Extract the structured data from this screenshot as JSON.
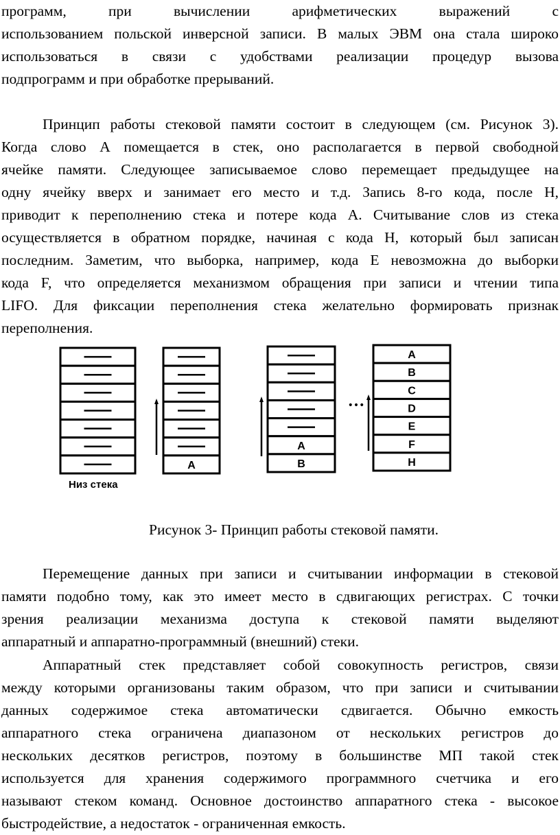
{
  "paragraphs": [
    {
      "lines": [
        "программ, при вычислении арифметических выражений с",
        "использованием польской инверсной записи. В малых ЭВМ она стала широко",
        "использоваться в связи с удобствами реализации процедур вызова",
        "подпрограмм и при обработке прерываний."
      ]
    },
    {
      "lines": [
        "Принцип работы стековой памяти состоит в следующем (см. Рисунок 3).",
        "Когда слово А помещается в стек, оно располагается в первой свободной",
        "ячейке памяти. Следующее записываемое слово перемещает предыдущее на",
        "одну ячейку вверх и занимает его место и т.д. Запись 8-го кода, после Н,",
        "приводит к переполнению стека и потере кода А. Считывание слов из стека",
        "осуществляется в обратном порядке, начиная с кода Н, который был записан",
        "последним. Заметим, что выборка, например, кода Е невозможна до выборки",
        "кода F, что определяется механизмом обращения при записи и чтении типа",
        "LIFO. Для фиксации переполнения стека желательно формировать признак",
        "переполнения."
      ]
    },
    {
      "lines": [
        "Перемещение данных при записи и считывании информации в стековой",
        "памяти подобно тому, как это имеет место в сдвигающих регистрах. С точки",
        "зрения реализации механизма доступа к стековой памяти выделяют",
        "аппаратный и аппаратно-программный (внешний) стеки."
      ]
    },
    {
      "lines": [
        "Аппаратный стек представляет собой совокупность регистров, связи",
        "между которыми организованы таким образом, что при записи и считывании",
        "данных содержимое стека автоматически сдвигается. Обычно емкость",
        "аппаратного стека ограничена диапазоном от нескольких регистров до",
        "нескольких десятков регистров, поэтому в большинстве МП такой стек",
        "используется для хранения содержимого программного счетчика и его",
        "называют стеком команд. Основное достоинство аппаратного стека - высокое",
        "быстродействие, а недостаток - ограниченная емкость."
      ]
    }
  ],
  "figure": {
    "stacks": [
      [
        "—",
        "—",
        "—",
        "—",
        "—",
        "—",
        "—"
      ],
      [
        "—",
        "—",
        "—",
        "—",
        "—",
        "—",
        "A"
      ],
      [
        "—",
        "—",
        "—",
        "—",
        "—",
        "A",
        "B"
      ],
      [
        "A",
        "B",
        "C",
        "D",
        "E",
        "F",
        "H"
      ]
    ],
    "bottom_label": "Низ стека",
    "ellipsis": "•••"
  },
  "caption": "Рисунок 3- Принцип работы стековой памяти."
}
